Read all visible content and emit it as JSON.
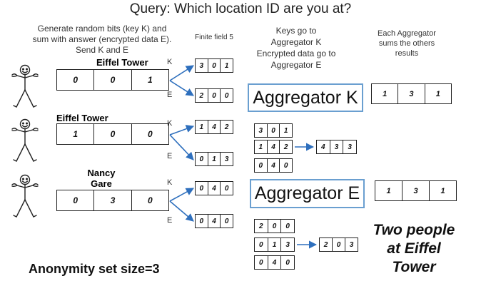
{
  "title": "Query: Which location ID are you at?",
  "headers": {
    "generate": [
      "Generate random bits (key K) and",
      "sum with answer (encrypted data E).",
      "Send K and E"
    ],
    "finite_field": "Finite field 5",
    "keys_go": [
      "Keys go to",
      "Aggregator K",
      "Encrypted data go to",
      "Aggregator E"
    ],
    "each_aggregator": [
      "Each Aggregator",
      "sums the others",
      "results"
    ]
  },
  "users": [
    {
      "label": "Eiffel Tower",
      "label2": "",
      "answer": [
        "0",
        "0",
        "1"
      ],
      "key": [
        "3",
        "0",
        "1"
      ],
      "enc": [
        "2",
        "0",
        "0"
      ]
    },
    {
      "label": "Eiffel Tower",
      "label2": "",
      "answer": [
        "1",
        "0",
        "0"
      ],
      "key": [
        "1",
        "4",
        "2"
      ],
      "enc": [
        "0",
        "1",
        "3"
      ]
    },
    {
      "label": "Nancy",
      "label2": "Gare",
      "answer": [
        "0",
        "3",
        "0"
      ],
      "key": [
        "0",
        "4",
        "0"
      ],
      "enc": [
        "0",
        "4",
        "0"
      ]
    }
  ],
  "arrow_labels": {
    "k": "K",
    "e": "E"
  },
  "aggregator_k": {
    "name": "Aggregator K",
    "inputs": [
      [
        "3",
        "0",
        "1"
      ],
      [
        "1",
        "4",
        "2"
      ],
      [
        "0",
        "4",
        "0"
      ]
    ],
    "sum": [
      "4",
      "3",
      "3"
    ],
    "result": [
      "1",
      "3",
      "1"
    ]
  },
  "aggregator_e": {
    "name": "Aggregator E",
    "inputs": [
      [
        "2",
        "0",
        "0"
      ],
      [
        "0",
        "1",
        "3"
      ],
      [
        "0",
        "4",
        "0"
      ]
    ],
    "sum": [
      "2",
      "0",
      "3"
    ],
    "result": [
      "1",
      "3",
      "1"
    ]
  },
  "conclusion": [
    "Two people",
    "at Eiffel",
    "Tower"
  ],
  "anonymity": "Anonymity set size=3",
  "colors": {
    "arrow": "#2e6fbd",
    "box_border": "#6a9fd0"
  }
}
